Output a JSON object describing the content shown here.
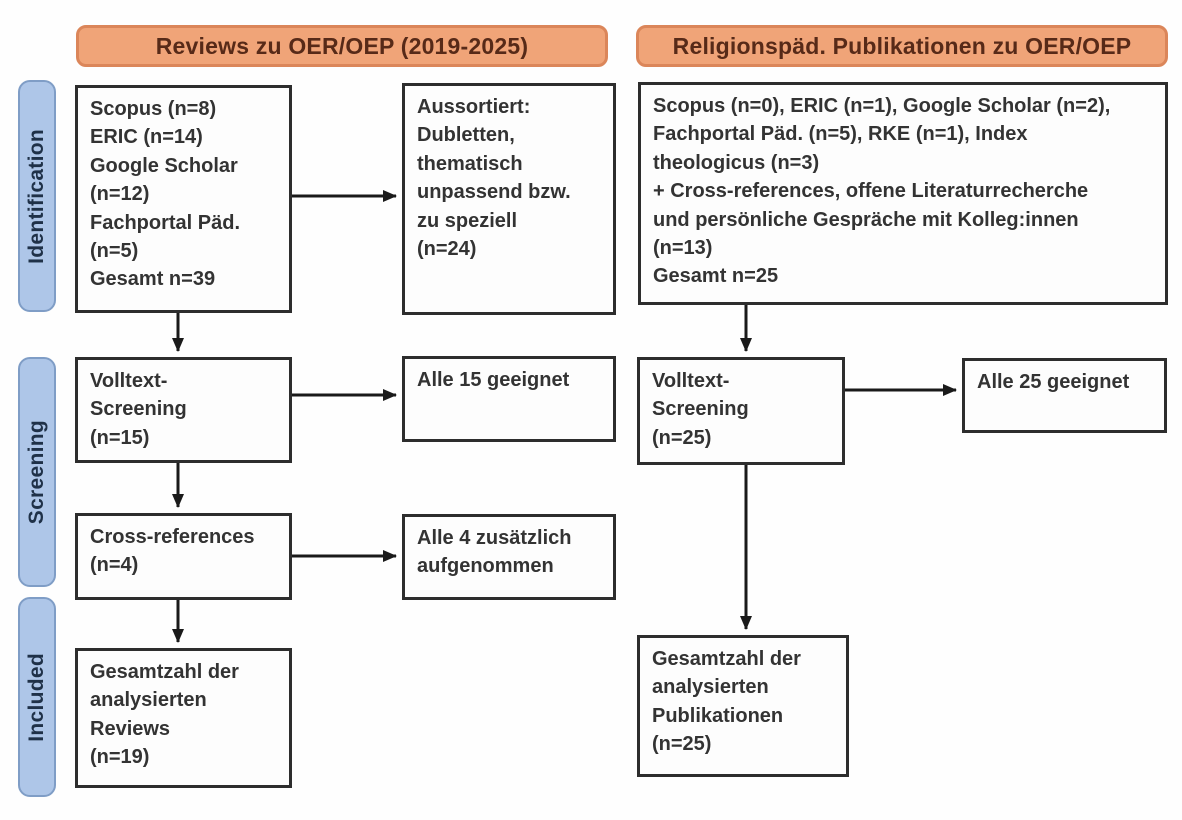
{
  "diagram": {
    "headers": {
      "left": "Reviews zu OER/OEP (2019-2025)",
      "right": "Religionspäd. Publikationen zu OER/OEP"
    },
    "stages": {
      "identification": "Identification",
      "screening": "Screening",
      "included": "Included"
    },
    "left_column": {
      "sources": "Scopus (n=8)\nERIC (n=14)\nGoogle Scholar\n(n=12)\nFachportal Päd.\n(n=5)\nGesamt n=39",
      "excluded": "Aussortiert:\nDubletten,\nthematisch\nunpassend bzw.\nzu speziell\n(n=24)",
      "fulltext_screening": "Volltext-\nScreening\n(n=15)",
      "fulltext_result": "Alle 15 geeignet",
      "cross_references": "Cross-references\n(n=4)",
      "cross_references_result": "Alle 4 zusätzlich\naufgenommen",
      "included_total": "Gesamtzahl der\nanalysierten\nReviews\n(n=19)"
    },
    "right_column": {
      "sources": "Scopus (n=0), ERIC (n=1), Google Scholar (n=2),\nFachportal Päd. (n=5), RKE (n=1), Index\ntheologicus (n=3)\n+ Cross-references, offene Literaturrecherche\nund persönliche Gespräche mit Kolleg:innen\n(n=13)\nGesamt n=25",
      "fulltext_screening": "Volltext-\nScreening\n(n=25)",
      "fulltext_result": "Alle 25 geeignet",
      "included_total": "Gesamtzahl der\nanalysierten\nPublikationen\n(n=25)"
    },
    "colors": {
      "header_fill": "#f0a478",
      "header_border": "#db865a",
      "header_text": "#572a18",
      "stage_fill": "#aec6e8",
      "stage_border": "#7f9dc6",
      "stage_text": "#1f3148",
      "box_border": "#2d2d2d",
      "box_text": "#333333",
      "arrow": "#1a1a1a",
      "background": "#fefefe"
    }
  }
}
